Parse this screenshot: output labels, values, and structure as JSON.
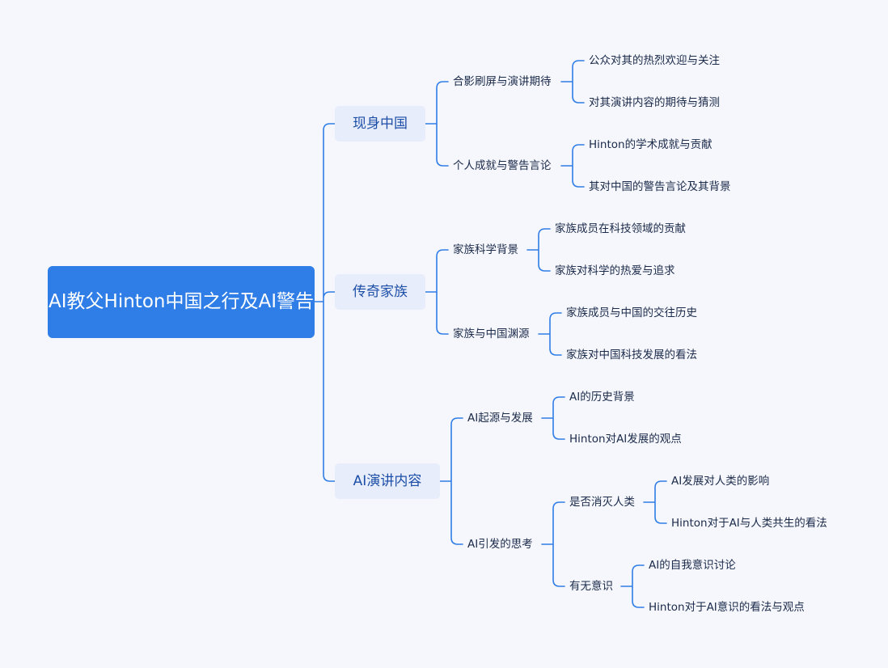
{
  "root": {
    "title": "AI教父Hinton中国之行及AI警告"
  },
  "topics": [
    {
      "label": "现身中国",
      "children": [
        {
          "label": "合影刷屏与演讲期待",
          "children": [
            {
              "label": "公众对其的热烈欢迎与关注"
            },
            {
              "label": "对其演讲内容的期待与猜测"
            }
          ]
        },
        {
          "label": "个人成就与警告言论",
          "children": [
            {
              "label": "Hinton的学术成就与贡献"
            },
            {
              "label": "其对中国的警告言论及其背景"
            }
          ]
        }
      ]
    },
    {
      "label": "传奇家族",
      "children": [
        {
          "label": "家族科学背景",
          "children": [
            {
              "label": "家族成员在科技领域的贡献"
            },
            {
              "label": "家族对科学的热爱与追求"
            }
          ]
        },
        {
          "label": "家族与中国渊源",
          "children": [
            {
              "label": "家族成员与中国的交往历史"
            },
            {
              "label": "家族对中国科技发展的看法"
            }
          ]
        }
      ]
    },
    {
      "label": "AI演讲内容",
      "children": [
        {
          "label": "AI起源与发展",
          "children": [
            {
              "label": "AI的历史背景"
            },
            {
              "label": "Hinton对AI发展的观点"
            }
          ]
        },
        {
          "label": "AI引发的思考",
          "children": [
            {
              "label": "是否消灭人类",
              "children": [
                {
                  "label": "AI发展对人类的影响"
                },
                {
                  "label": "Hinton对于AI与人类共生的看法"
                }
              ]
            },
            {
              "label": "有无意识",
              "children": [
                {
                  "label": "AI的自我意识讨论"
                },
                {
                  "label": "Hinton对于AI意识的看法与观点"
                }
              ]
            }
          ]
        }
      ]
    }
  ],
  "colors": {
    "line": "#2f7de6",
    "root_bg": "#2f7de6",
    "topic_bg": "#e7edfa",
    "background": "#f6f7fc"
  }
}
